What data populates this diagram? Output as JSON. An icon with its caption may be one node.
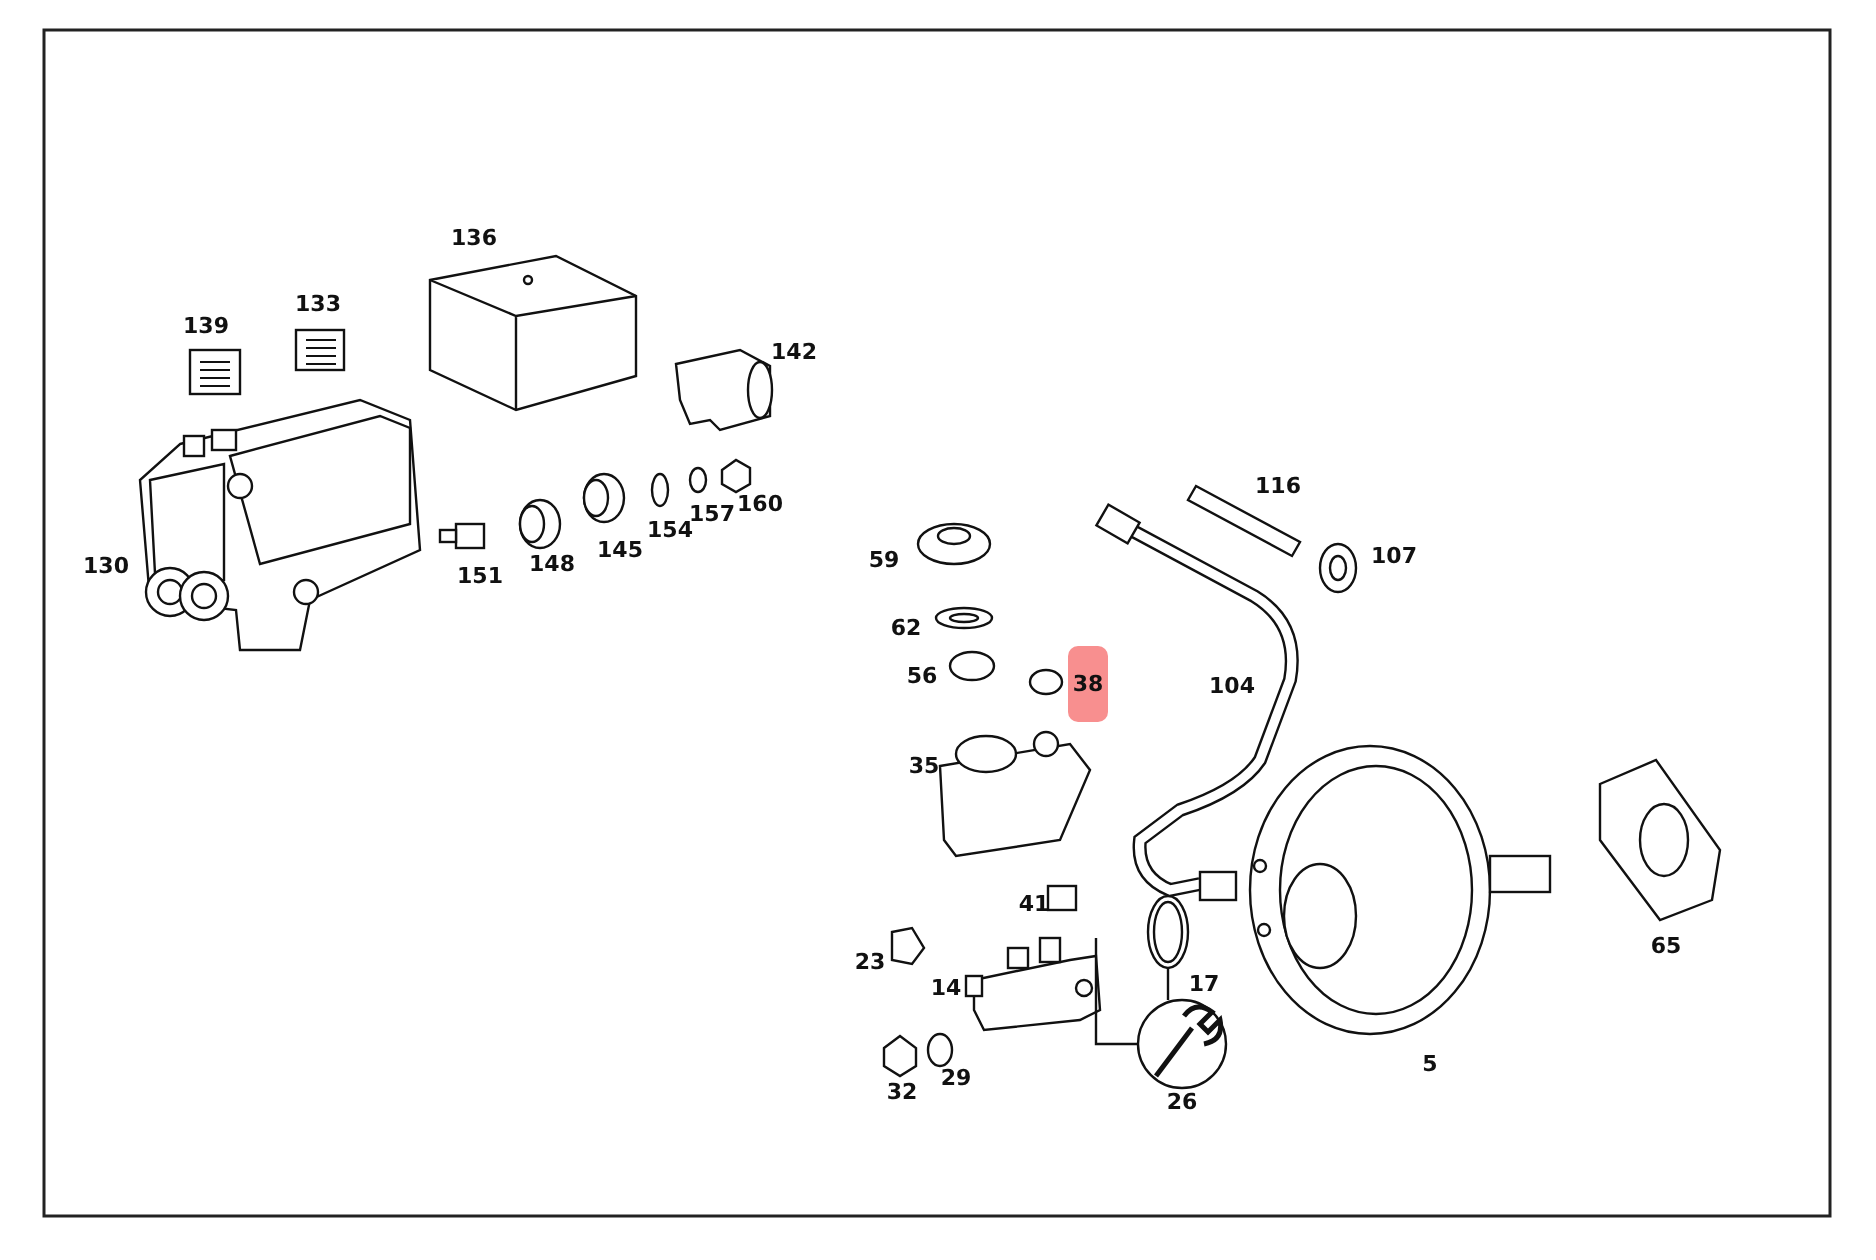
{
  "diagram": {
    "nodes": [
      {
        "text": [],
        "shape": "picture",
        "beside": [
          "14"
        ]
      },
      {
        "text": [],
        "shape": "picture"
      },
      {
        "text": [],
        "shape": "circle",
        "beside": [
          "26"
        ]
      }
    ],
    "edges": [
      {
        "from": 2,
        "to": 0,
        "arrow": "none"
      },
      {
        "from": 2,
        "to": 1,
        "arrow": "none"
      }
    ],
    "labels": [
      "136",
      "139",
      "133",
      "142",
      "130",
      "151",
      "148",
      "145",
      "154",
      "157",
      "160",
      "116",
      "107",
      "59",
      "62",
      "56",
      "38",
      "104",
      "35",
      "65",
      "41",
      "23",
      "17",
      "32",
      "29",
      "5"
    ]
  }
}
